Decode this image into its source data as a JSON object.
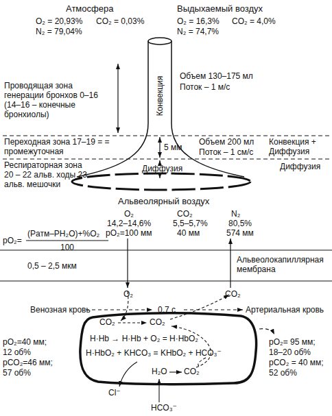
{
  "diagram": {
    "nodes": [
      {
        "text": [
          "CO₂",
          "CO₂",
          "H·Hb → H·Hb + O₂ = H·HbO₂",
          "H·HbO₂ + KHCO₃ = KHbO₂ + HCO₃⁻",
          "H₂O",
          "CO₂"
        ]
      }
    ],
    "labels": [
      "Атмосфера",
      "O₂ = 20,93%",
      "CO₂ = 0,03%",
      "N₂ = 79,04%",
      "Выдыхаемый воздух",
      "O₂ = 16,3%",
      "CO₂ = 4,0%",
      "N₂ = 74,7%",
      "Проводящая зона генерации бронхов 0–16 (14–16 – конечные бронхиолы)",
      "Конвекция",
      "Объем 130–175 мл",
      "Поток – 1 м/с",
      "Переходная зона 17–19 = = промежуточная",
      "5 мм",
      "Объем 200 мл",
      "Поток – 1 см/с",
      "Конвекция + Диффузия",
      "Респираторная зона 20 – 22 альв. ходы 23 альв. мешочки",
      "Диффузия",
      "Диффузия",
      "Альвеолярный воздух",
      "O₂",
      "14,2–14,6%",
      "pO₂=100 мм",
      "CO₂",
      "5,5–5,7%",
      "40 мм",
      "N₂",
      "80,5%",
      "574 мм",
      "pO₂=",
      "(Pатм–PH₂O)+%O₂",
      "100",
      "0,5 – 2,5 мкм",
      "Альвеолокапиллярная мембрана",
      "O₂",
      "CO₂",
      "Венозная кровь",
      "0,7 с",
      "Артериальная кровь",
      "pO₂=40 мм;",
      "12 об%",
      "pCO₂=46 мм;",
      "57 об%",
      "pO₂= 95 мм;",
      "18–20 об%",
      "pCO₂ = 40 мм;",
      "52 об%",
      "Cl⁻",
      "HCO₃⁻"
    ]
  }
}
